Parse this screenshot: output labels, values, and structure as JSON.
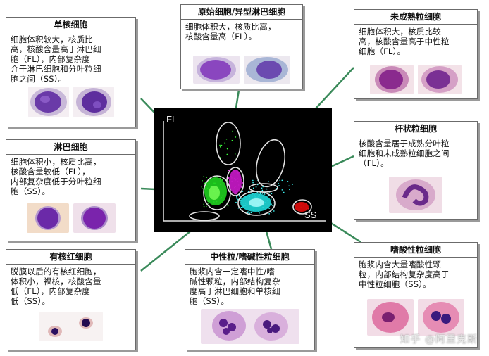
{
  "scatter": {
    "y_axis_label": "FL",
    "x_axis_label": "SS"
  },
  "boxes": {
    "monocyte": {
      "title": "单核细胞",
      "desc_lines": [
        "细胞体积较大，核质比",
        "高，核酸含量高于淋巴细",
        "胞（FL），内部复杂度",
        "介于淋巴细胞和分叶粒细",
        "胞之间（SS）。"
      ]
    },
    "primitive": {
      "title": "原始细胞/异型淋巴细胞",
      "desc_lines": [
        "细胞体积大，核质比高，",
        "核酸含量高（FL）。"
      ]
    },
    "immature": {
      "title": "未成熟粒细胞",
      "desc_lines": [
        "细胞体积大，核质比较",
        "高，核酸含量高于中性粒",
        "细胞（FL）。"
      ]
    },
    "lymphocyte": {
      "title": "淋巴细胞",
      "desc_lines": [
        "细胞体积小，核质比高，",
        "核酸含量较低（FL），",
        "内部复杂度低于分叶粒细",
        "胞（SS）。"
      ]
    },
    "band": {
      "title": "杆状粒细胞",
      "desc_lines": [
        "核酸含量居于成熟分叶粒",
        "细胞和未成熟粒细胞之间",
        "（FL）。"
      ]
    },
    "nrbc": {
      "title": "有核红细胞",
      "desc_lines": [
        "脱膜以后的有核红细胞，",
        "体积小，裸核，核酸含量",
        "低（FL），内部复杂度",
        "低（SS）。"
      ]
    },
    "neutrophil": {
      "title": "中性粒/嗜碱性粒细胞",
      "desc_lines": [
        "胞浆内含一定嗜中性/嗜",
        "碱性颗粒，内部结构复杂",
        "度高于淋巴细胞和单核细",
        "胞（SS）。"
      ]
    },
    "eosinophil": {
      "title": "嗜酸性粒细胞",
      "desc_lines": [
        "胞浆内含大量嗜酸性颗",
        "粒，内部结构复杂度高于",
        "中性粒细胞（SS）。"
      ]
    }
  },
  "watermark": "知乎 @阿里克斯",
  "colors": {
    "connector": "#3a8a5a",
    "lymph_cluster": "#22e022",
    "mono_cluster": "#d020d0",
    "neut_cluster": "#22e0e0",
    "eos_cluster": "#e01010",
    "gate_outline": "#e0e0e0"
  }
}
